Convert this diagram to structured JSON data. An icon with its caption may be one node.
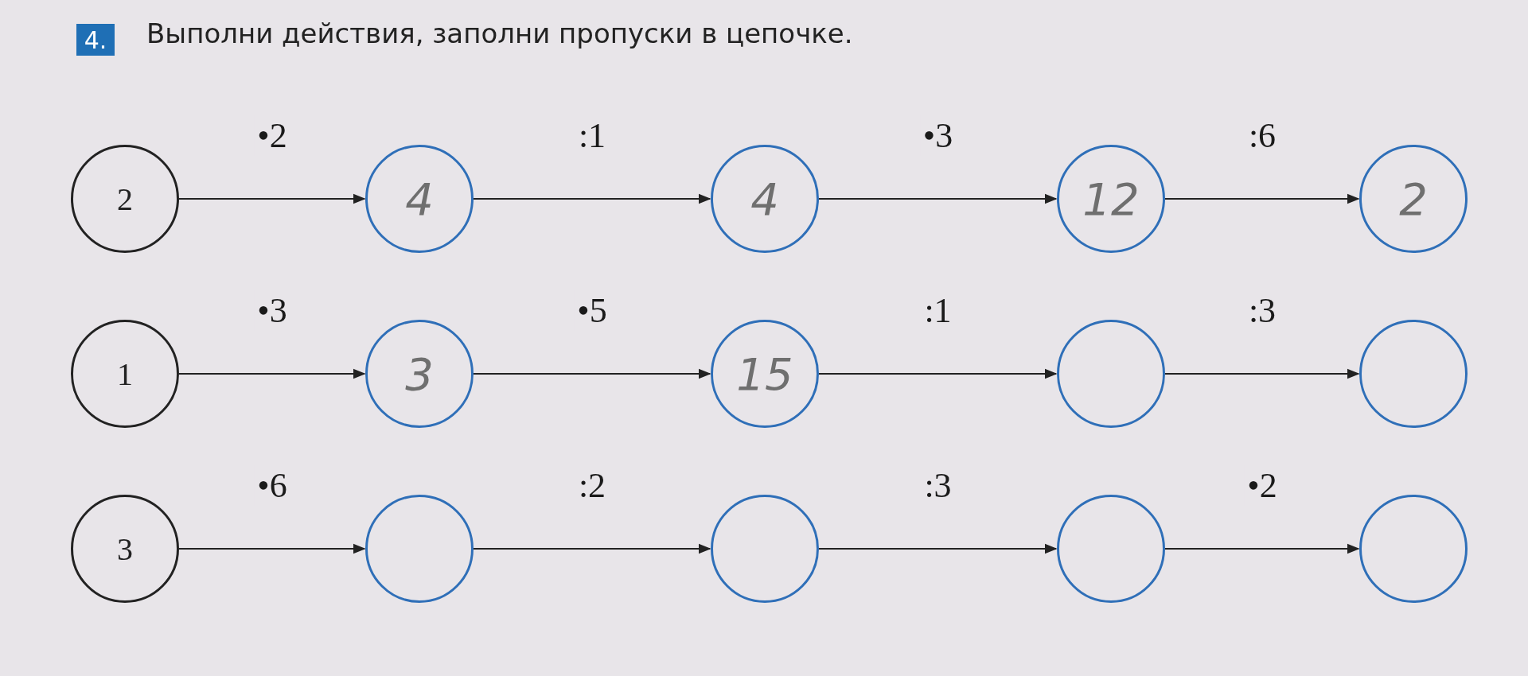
{
  "diagram": {
    "title": "Выполни действия, заполни пропуски в цепочке.",
    "labels": [
      "4."
    ],
    "nodes": [
      {
        "text": [
          "2"
        ]
      },
      {
        "text": [
          "4"
        ]
      },
      {
        "text": [
          "4"
        ]
      },
      {
        "text": [
          "12"
        ]
      },
      {
        "text": [
          "2"
        ]
      },
      {
        "text": [
          "1"
        ]
      },
      {
        "text": [
          "3"
        ]
      },
      {
        "text": [
          "15"
        ]
      },
      {
        "text": [],
        "shape": "circle"
      },
      {
        "text": [],
        "shape": "circle"
      },
      {
        "text": [
          "3"
        ]
      },
      {
        "text": [],
        "shape": "circle"
      },
      {
        "text": [],
        "shape": "circle"
      },
      {
        "text": [],
        "shape": "circle"
      },
      {
        "text": [],
        "shape": "circle"
      }
    ],
    "edges": [
      {
        "from": 0,
        "to": 1,
        "arrow": "to",
        "label": "•2"
      },
      {
        "from": 1,
        "to": 2,
        "arrow": "to",
        "label": ":1"
      },
      {
        "from": 2,
        "to": 3,
        "arrow": "to",
        "label": "•3"
      },
      {
        "from": 3,
        "to": 4,
        "arrow": "to",
        "label": ":6"
      },
      {
        "from": 5,
        "to": 6,
        "arrow": "to",
        "label": "•3"
      },
      {
        "from": 6,
        "to": 7,
        "arrow": "to",
        "label": "•5"
      },
      {
        "from": 7,
        "to": 8,
        "arrow": "to",
        "label": ":1"
      },
      {
        "from": 8,
        "to": 9,
        "arrow": "to",
        "label": ":3"
      },
      {
        "from": 10,
        "to": 11,
        "arrow": "to",
        "label": "•6"
      },
      {
        "from": 11,
        "to": 12,
        "arrow": "to",
        "label": ":2"
      },
      {
        "from": 12,
        "to": 13,
        "arrow": "to",
        "label": ":3"
      },
      {
        "from": 13,
        "to": 14,
        "arrow": "to",
        "label": "•2"
      }
    ]
  }
}
